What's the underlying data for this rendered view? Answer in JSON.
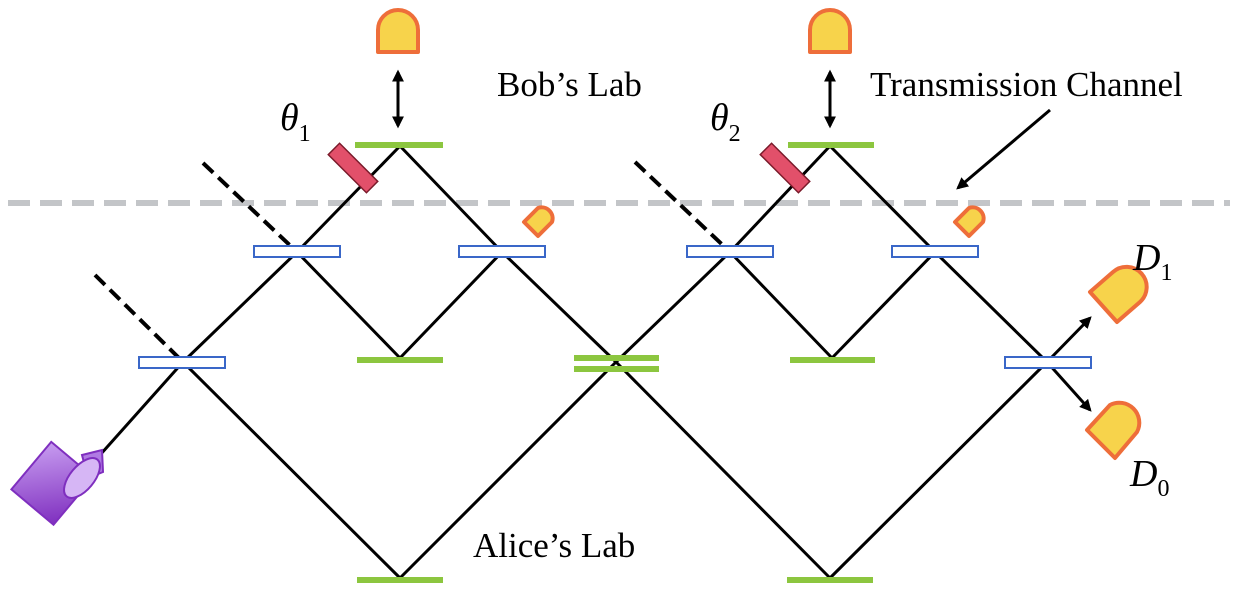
{
  "labels": {
    "bob_lab": "Bob’s Lab",
    "alice_lab": "Alice’s Lab",
    "transmission_channel": "Transmission Channel",
    "theta": "θ",
    "theta1_sub": "1",
    "theta2_sub": "2",
    "detector": "D",
    "d1_sub": "1",
    "d0_sub": "0"
  },
  "colors": {
    "mirror": "#8cc63f",
    "beam_splitter_outline": "#3a67c8",
    "detector_fill": "#f7d34b",
    "detector_outline": "#ee6e3a",
    "phase_plate": "#e2506a",
    "laser": "#9b4ddb",
    "channel_line": "#c3c5c8"
  },
  "icons": {
    "source": "laser-source-icon",
    "detector": "detector-icon",
    "beam_splitter": "beam-splitter-icon",
    "mirror": "mirror-icon",
    "phase_shifter": "phase-shifter-icon"
  }
}
